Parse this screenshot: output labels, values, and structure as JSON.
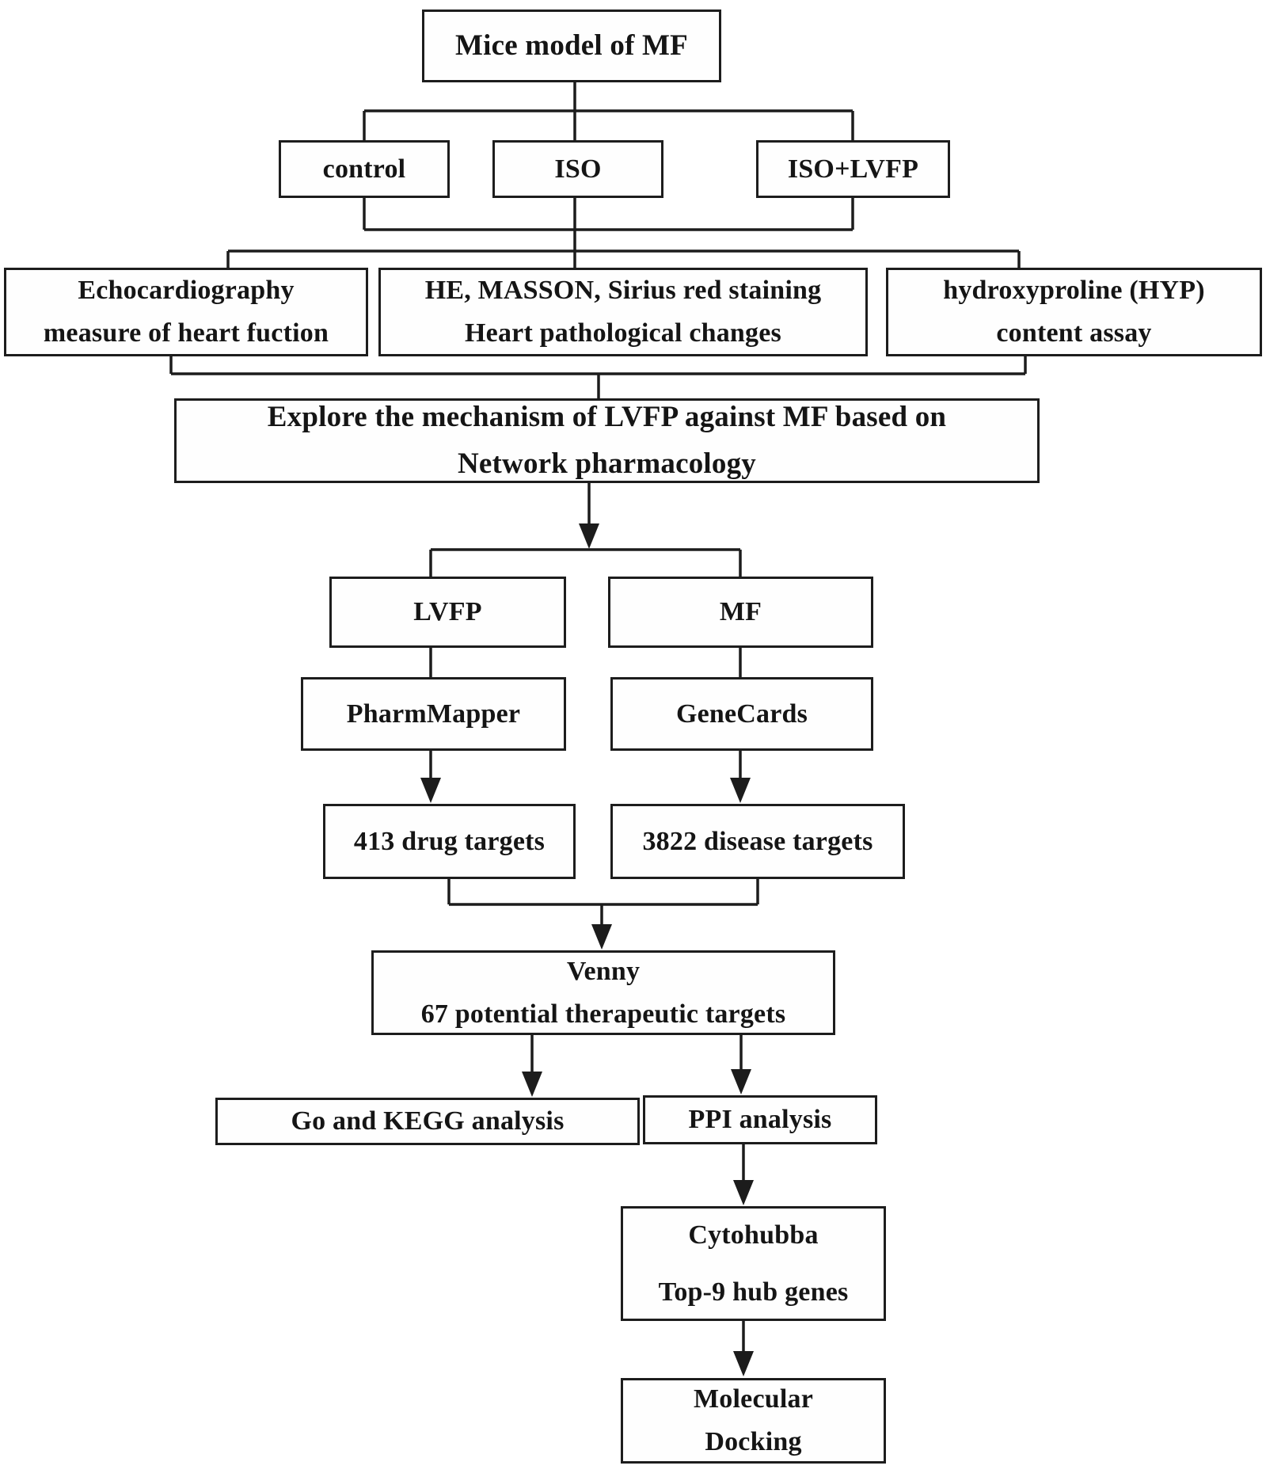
{
  "figure": {
    "background": "#ffffff",
    "line_color": "#1c1c1c",
    "text_color": "#151515"
  },
  "nodes": {
    "mice": {
      "label": "Mice model of MF"
    },
    "control": {
      "label": "control"
    },
    "iso": {
      "label": "ISO"
    },
    "iso_lvfp": {
      "label": "ISO+LVFP"
    },
    "echo": {
      "label": "Echocardiography\nmeasure of heart fuction"
    },
    "staining": {
      "label": "HE, MASSON, Sirius red staining\nHeart pathological changes"
    },
    "hyp": {
      "label": "hydroxyproline (HYP)\ncontent assay"
    },
    "explore": {
      "label": "Explore the mechanism of LVFP against MF based on\nNetwork pharmacology"
    },
    "lvfp": {
      "label": "LVFP"
    },
    "mf": {
      "label": "MF"
    },
    "pharmmapper": {
      "label": "PharmMapper"
    },
    "genecards": {
      "label": "GeneCards"
    },
    "drug_targets": {
      "label": "413 drug targets"
    },
    "disease_targets": {
      "label": "3822 disease targets"
    },
    "venny": {
      "label": "Venny\n67 potential therapeutic targets"
    },
    "go_kegg": {
      "label": "Go and KEGG analysis"
    },
    "ppi": {
      "label": "PPI analysis"
    },
    "cytohubba": {
      "label": "Cytohubba\nTop-9 hub genes"
    },
    "docking": {
      "label": "Molecular\nDocking"
    }
  }
}
